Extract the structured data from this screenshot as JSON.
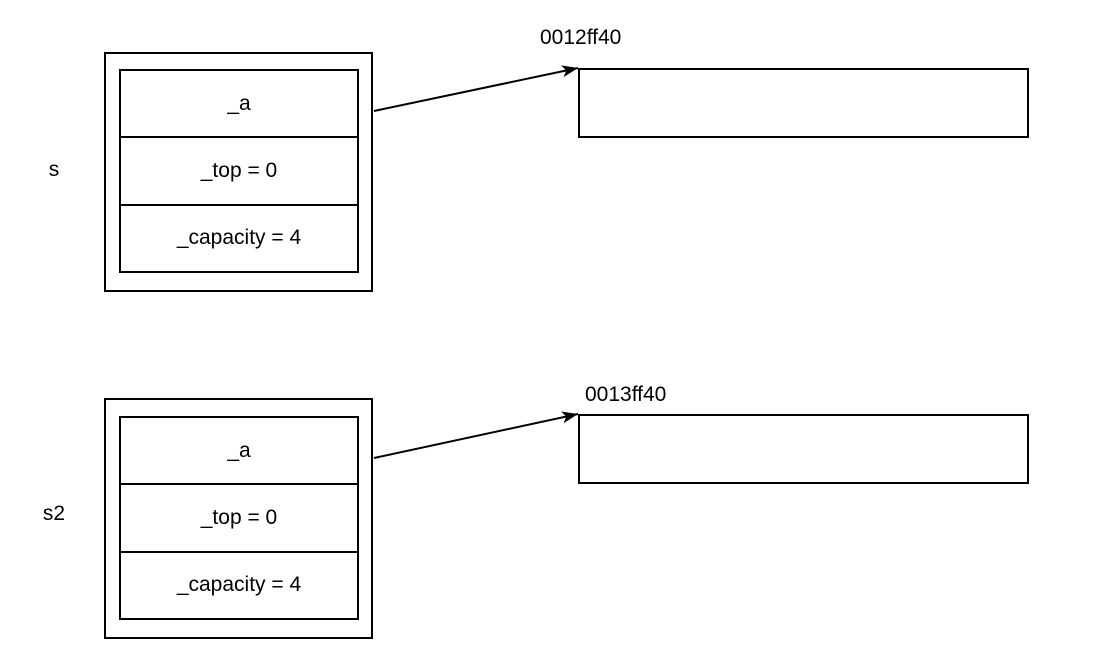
{
  "diagram": {
    "background_color": "#ffffff",
    "line_color": "#000000",
    "objects": [
      {
        "label": "s",
        "fields": [
          "_a",
          "_top = 0",
          "_capacity = 4"
        ],
        "points_to": "0012ff40"
      },
      {
        "label": "s2",
        "fields": [
          "_a",
          "_top = 0",
          "_capacity = 4"
        ],
        "points_to": "0013ff40"
      }
    ],
    "memory_blocks": [
      {
        "address": "0012ff40"
      },
      {
        "address": "0013ff40"
      }
    ]
  }
}
